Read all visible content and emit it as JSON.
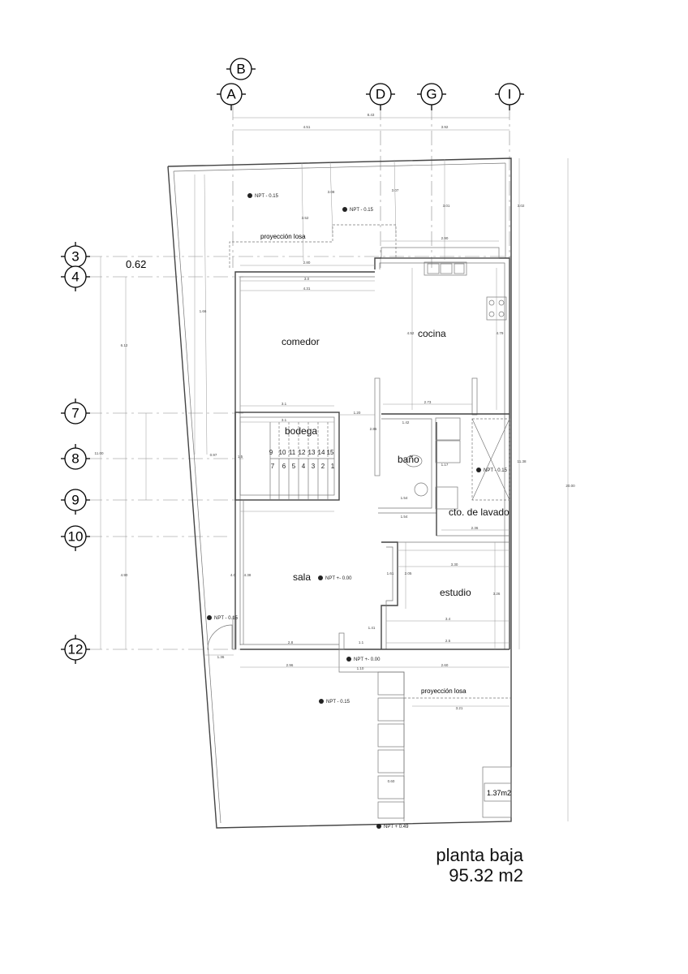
{
  "axes_columns": [
    "B",
    "A",
    "D",
    "G",
    "I"
  ],
  "axes_rows": [
    "3",
    "4",
    "7",
    "8",
    "9",
    "10",
    "12"
  ],
  "level_marker": "0.62",
  "rooms": {
    "comedor": "comedor",
    "cocina": "cocina",
    "bodega": "bodega",
    "bano": "baño",
    "lavado": "cto. de lavado",
    "sala": "sala",
    "estudio": "estudio"
  },
  "projection_labels": [
    "proyección losa",
    "proyección losa"
  ],
  "levels": [
    "NPT - 0.15",
    "NPT - 0.15",
    "NPT - 0.15",
    "NPT +- 0.00",
    "NPT - 0.15",
    "NPT +- 0.00",
    "NPT - 0.15",
    "NPT + 0.49"
  ],
  "stairs": [
    "9",
    "10",
    "11",
    "12",
    "13",
    "14",
    "15",
    "7",
    "6",
    "5",
    "4",
    "3",
    "2",
    "1"
  ],
  "dims": {
    "total_width": "8.43",
    "left_width": "4.51",
    "right_width": "3.92",
    "total_depth": "20.00",
    "house_depth": "11.38",
    "axis_depth": "11.00",
    "front_yard": "3.02",
    "d_352": "3.52",
    "d_308": "3.08",
    "d_307": "3.07",
    "d_301": "3.01",
    "d_280": "2.80",
    "d_3_0": "3.0",
    "d_431": "4.31",
    "d_290": "2.90",
    "d_452": "4.52",
    "d_479": "4.79",
    "d_31a": "3.1",
    "d_31b": "3.1",
    "d_273": "2.73",
    "d_120": "1.20",
    "d_142": "1.42",
    "d_117": "1.17",
    "d_154a": "1.54",
    "d_154b": "1.54",
    "d_286": "2.86",
    "d_236": "2.36",
    "d_330": "3.30",
    "d_326": "3.26",
    "d_34": "3.4",
    "d_25": "2.5",
    "d_28": "2.8",
    "d_11": "1.1",
    "d_296": "2.96",
    "d_110": "1.10",
    "d_260": "2.60",
    "d_136": "1.36",
    "d_438": "4.38",
    "d_40": "4.0",
    "d_612": "6.12",
    "d_490": "4.90",
    "d_321": "3.21",
    "d_205": "2.05",
    "d_161": "1.61",
    "d_141": "1.41",
    "d_166": "1.66",
    "d_097": "0.97",
    "d_15": "1.5",
    "d_060": "0.60"
  },
  "area_box": "1.37m2",
  "title": "planta baja",
  "area": "95.32 m2"
}
